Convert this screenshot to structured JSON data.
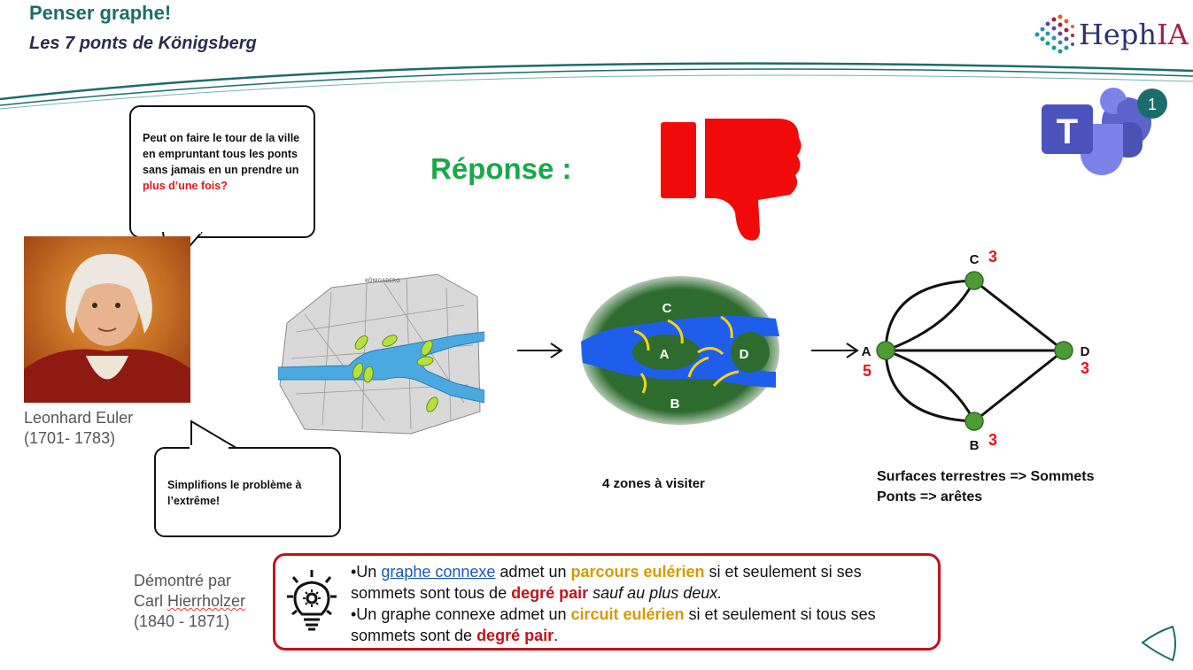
{
  "header": {
    "title": "Penser graphe!",
    "subtitle": "Les 7 ponts de Königsberg",
    "logo": "HephIA"
  },
  "teams": {
    "icon": "teams-icon",
    "badge": "1"
  },
  "bubble_top": {
    "text_a": "Peut on faire le tour de la ville en empruntant tous les ponts sans jamais en un prendre un ",
    "text_b": "plus d’une fois?"
  },
  "bubble_bottom": {
    "text": "Simplifions le problème à l’extrême!"
  },
  "answer": {
    "label": "Réponse :",
    "icon": "thumbs-down-icon",
    "color": "#f20a0a"
  },
  "portrait": {
    "name": "Leonhard Euler",
    "dates": "(1701- 1783)"
  },
  "map": {
    "title": "KÖNIGSBERG"
  },
  "zones": {
    "labels": [
      "C",
      "A",
      "D",
      "B"
    ],
    "caption": "4 zones à visiter"
  },
  "graph": {
    "nodes": [
      {
        "name": "C",
        "degree": "3"
      },
      {
        "name": "A",
        "degree": "5"
      },
      {
        "name": "D",
        "degree": "3"
      },
      {
        "name": "B",
        "degree": "3"
      }
    ],
    "caption_line1": "Surfaces terrestres => Sommets",
    "caption_line2": "Ponts => arêtes"
  },
  "demonstration": {
    "line1": "Démontré par",
    "line2a": "Carl ",
    "line2b": "Hierrholzer",
    "line3": "(1840 - 1871)"
  },
  "theorem": {
    "icon": "lightbulb-gear-icon",
    "p1_a": "•Un ",
    "p1_link": "graphe connexe",
    "p1_b": " admet un ",
    "p1_gold": "parcours eulérien",
    "p1_c": " si et seulement si ses sommets sont tous de ",
    "p1_deg": "degré pair",
    "p1_d": " ",
    "p1_italic": "sauf au plus deux.",
    "p2_a": "•Un graphe connexe admet un ",
    "p2_gold": "circuit eulérien",
    "p2_b": " si et seulement si tous ses sommets sont de ",
    "p2_deg": "degré pair",
    "p2_c": "."
  },
  "nav": {
    "back_icon": "back-arrow-icon"
  },
  "colors": {
    "title": "#1b6d6b",
    "answer": "#1aa84a",
    "node": "#4e9b36",
    "water": "#1f5eea",
    "land": "#2e6b2e",
    "bridge": "#f2d21b",
    "theorem_border": "#c0141b"
  }
}
